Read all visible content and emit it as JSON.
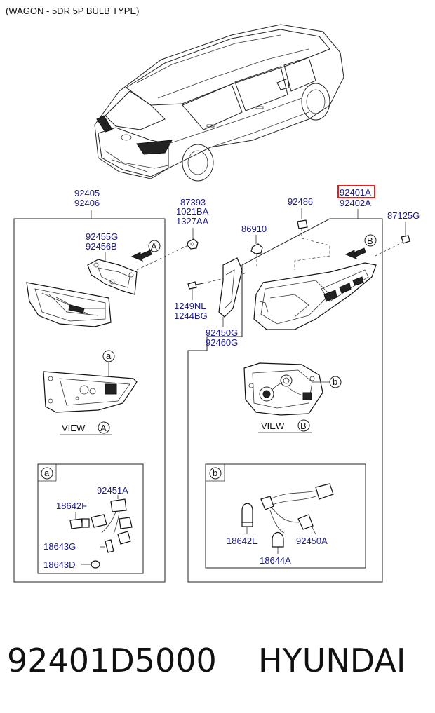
{
  "title": "(WAGON - 5DR 5P BULB TYPE)",
  "footer": {
    "part_number": "92401D5000",
    "brand": "HYUNDAI"
  },
  "parts": {
    "p92405": "92405",
    "p92406": "92406",
    "p87393": "87393",
    "p1021BA": "1021BA",
    "p1327AA": "1327AA",
    "p92486": "92486",
    "p92401A": "92401A",
    "p92402A": "92402A",
    "p87125G": "87125G",
    "p86910": "86910",
    "p92455G": "92455G",
    "p92456B": "92456B",
    "p1249NL": "1249NL",
    "p1244BG": "1244BG",
    "p92450G": "92450G",
    "p92460G": "92460G",
    "p92451A": "92451A",
    "p18642F": "18642F",
    "p18643G": "18643G",
    "p18643D": "18643D",
    "p18642E": "18642E",
    "p92450A": "92450A",
    "p18644A": "18644A"
  },
  "callouts": {
    "A": "A",
    "B": "B",
    "a": "a",
    "b": "b"
  },
  "views": {
    "view_a": "VIEW",
    "view_b": "VIEW"
  },
  "colors": {
    "label": "#1a1a8c",
    "highlight": "#e02020"
  }
}
